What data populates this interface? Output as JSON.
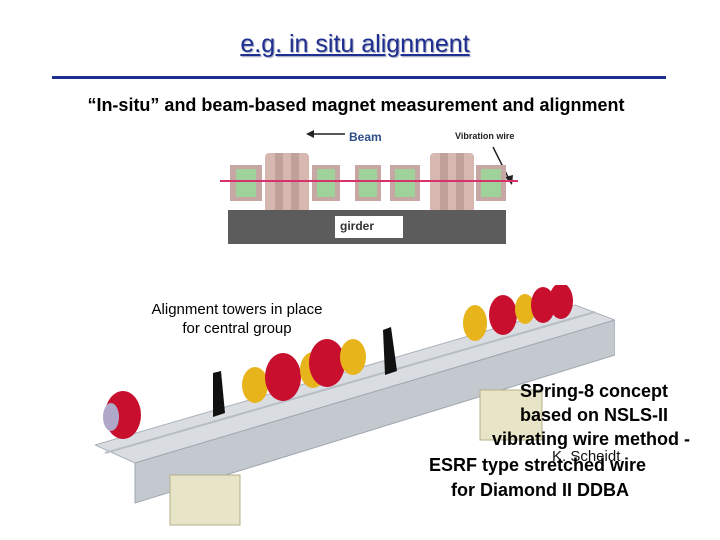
{
  "slide": {
    "title": "e.g. in situ alignment",
    "subtitle": "“In-situ” and beam-based magnet measurement and alignment"
  },
  "diagram": {
    "beam_label": "Beam",
    "wire_label": "Vibration wire",
    "girder_label": "girder"
  },
  "render": {
    "towers_caption_line1": "Alignment towers in place",
    "towers_caption_line2": "for central group"
  },
  "notes": {
    "line1": "SPring-8 concept",
    "line2": "based on NSLS-II",
    "line3": "vibrating wire method -",
    "line4": "ESRF type stretched wire",
    "line5": "for Diamond II DDBA",
    "author": "K. Scheidt"
  },
  "colors": {
    "title": "#1f2f8f",
    "magnet_red": "#c8102e",
    "magnet_yellow": "#e8b41c",
    "girder_dark": "#5c5c5c",
    "wire_pink": "#d6336c"
  }
}
